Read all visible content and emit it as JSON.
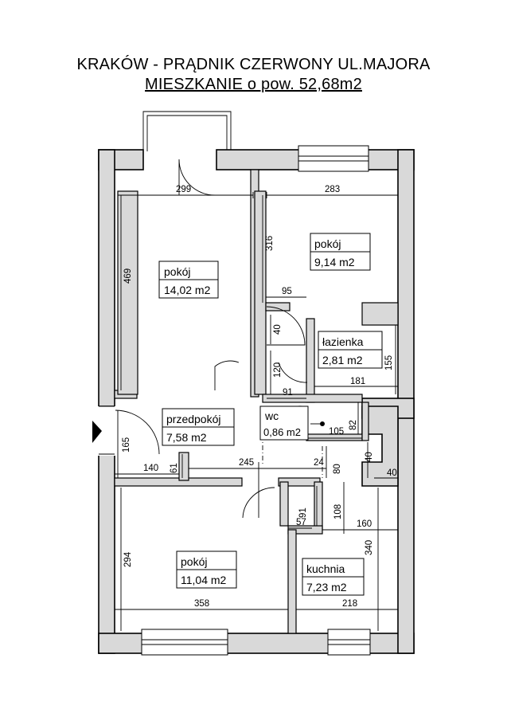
{
  "title": {
    "line1": "KRAKÓW - PRĄDNIK CZERWONY UL.MAJORA",
    "line2": "MIESZKANIE o pow. 52,68m2"
  },
  "rooms": {
    "pokoj1": {
      "name": "pokój",
      "area": "14,02 m2"
    },
    "pokoj2": {
      "name": "pokój",
      "area": "9,14 m2"
    },
    "lazienka": {
      "name": "łazienka",
      "area": "2,81 m2"
    },
    "wc": {
      "name": "wc",
      "area": "0,86 m2"
    },
    "przedpokoj": {
      "name": "przedpokój",
      "area": "7,58 m2"
    },
    "pokoj3": {
      "name": "pokój",
      "area": "11,04 m2"
    },
    "kuchnia": {
      "name": "kuchnia",
      "area": "7,23 m2"
    }
  },
  "dimensions": {
    "d299": "299",
    "d283": "283",
    "d469": "469",
    "d316": "316",
    "d95": "95",
    "d40a": "40",
    "d120": "120",
    "d155": "155",
    "d181": "181",
    "d91a": "91",
    "d82": "82",
    "d105": "105",
    "d165": "165",
    "d140": "140",
    "d61": "61",
    "d245": "245",
    "d24": "24",
    "d80": "80",
    "d40b": "40",
    "d40c": "40",
    "d91b": "91",
    "d108": "108",
    "d57": "57",
    "d160": "160",
    "d340": "340",
    "d294": "294",
    "d358": "358",
    "d218": "218"
  },
  "colors": {
    "wall": "#d9d9d9",
    "line": "#000000"
  },
  "icons": {
    "entrance": "entrance-arrow-icon"
  }
}
